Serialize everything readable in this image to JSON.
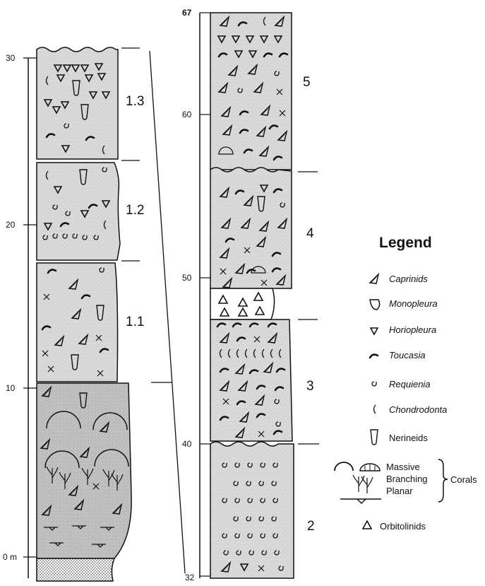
{
  "left_column": {
    "axis_ticks": [
      "30",
      "20",
      "10",
      "0 m"
    ],
    "units": [
      "1.3",
      "1.2",
      "1.1"
    ]
  },
  "right_column": {
    "axis_ticks": [
      "67",
      "60",
      "50",
      "40",
      "32"
    ],
    "units": [
      "5",
      "4",
      "3",
      "2"
    ]
  },
  "legend": {
    "title": "Legend",
    "items": [
      {
        "label": "Caprinids",
        "icon": "caprinid-icon"
      },
      {
        "label": "Monopleura",
        "icon": "monopleura-icon"
      },
      {
        "label": "Horiopleura",
        "icon": "horiopleura-icon"
      },
      {
        "label": "Toucasia",
        "icon": "toucasia-icon"
      },
      {
        "label": "Requienia",
        "icon": "requienia-icon"
      },
      {
        "label": "Chondrodonta",
        "icon": "chondrodonta-icon"
      },
      {
        "label": "Nerineids",
        "icon": "nerineid-icon"
      }
    ],
    "corals": {
      "massive": "Massive",
      "branching": "Branching",
      "planar": "Planar",
      "group": "Corals"
    },
    "orbitolinids": "Orbitolinids"
  },
  "colors": {
    "shale_gray": "#d9d9d9",
    "dark_facies": "#c4c4c4",
    "line": "#111111",
    "background": "#ffffff"
  }
}
